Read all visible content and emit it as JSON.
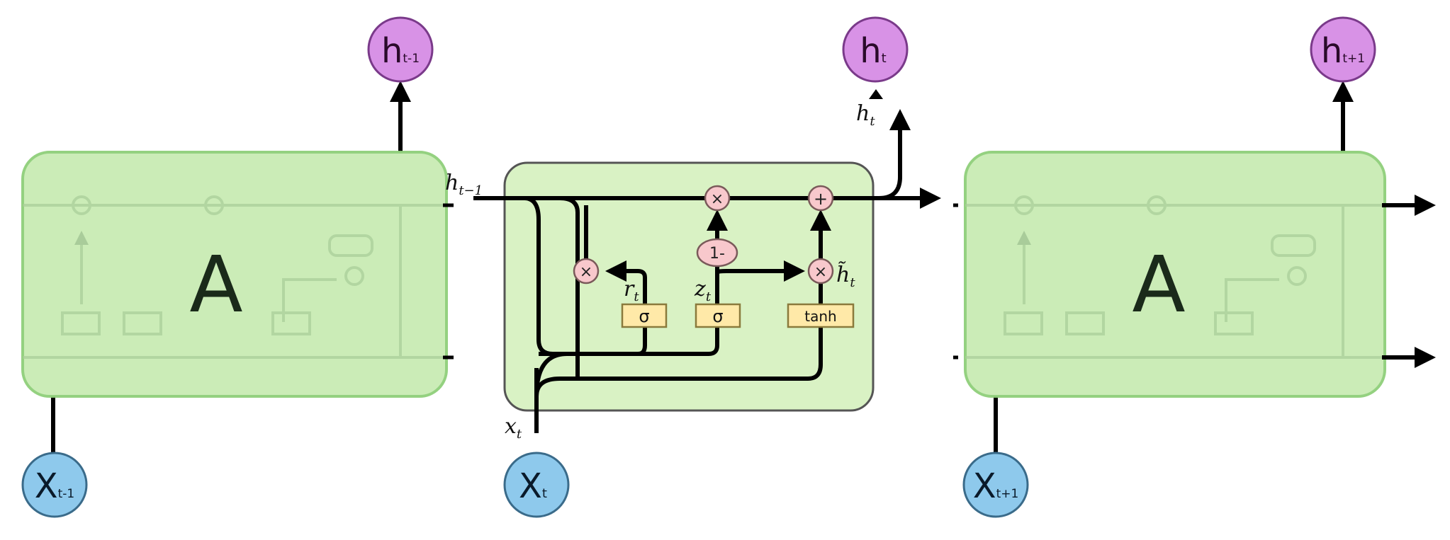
{
  "colors": {
    "cell_fill": "#c9ecb4",
    "cell_stroke": "#8fcf7a",
    "center_cell_fill": "#d9f2c4",
    "center_cell_stroke": "#555555",
    "input_node": "#8ec9ec",
    "output_node": "#d892e6",
    "gate_fill": "#ffe9a8",
    "gate_stroke": "#8a7a3c",
    "op_fill": "#f8c8cc",
    "op_stroke": "#7a5a5a",
    "wire": "#000000"
  },
  "cells": [
    {
      "label": "A"
    },
    {
      "label": "A"
    }
  ],
  "inputs": [
    {
      "main": "X",
      "sub": "t-1"
    },
    {
      "main": "X",
      "sub": "t"
    },
    {
      "main": "X",
      "sub": "t+1"
    }
  ],
  "outputs": [
    {
      "main": "h",
      "sub": "t-1"
    },
    {
      "main": "h",
      "sub": "t"
    },
    {
      "main": "h",
      "sub": "t+1"
    }
  ],
  "gru": {
    "gates": [
      {
        "name": "reset",
        "label": "σ",
        "var": "r",
        "sub": "t"
      },
      {
        "name": "update",
        "label": "σ",
        "var": "z",
        "sub": "t"
      },
      {
        "name": "candidate",
        "label": "tanh",
        "var": "h̃",
        "sub": "t"
      }
    ],
    "ops": {
      "multiply": "×",
      "add": "+",
      "one_minus": "1-"
    },
    "labels": {
      "h_prev": {
        "main": "h",
        "sub": "t−1"
      },
      "x_t": {
        "main": "x",
        "sub": "t"
      },
      "h_t": {
        "main": "h",
        "sub": "t"
      }
    }
  }
}
